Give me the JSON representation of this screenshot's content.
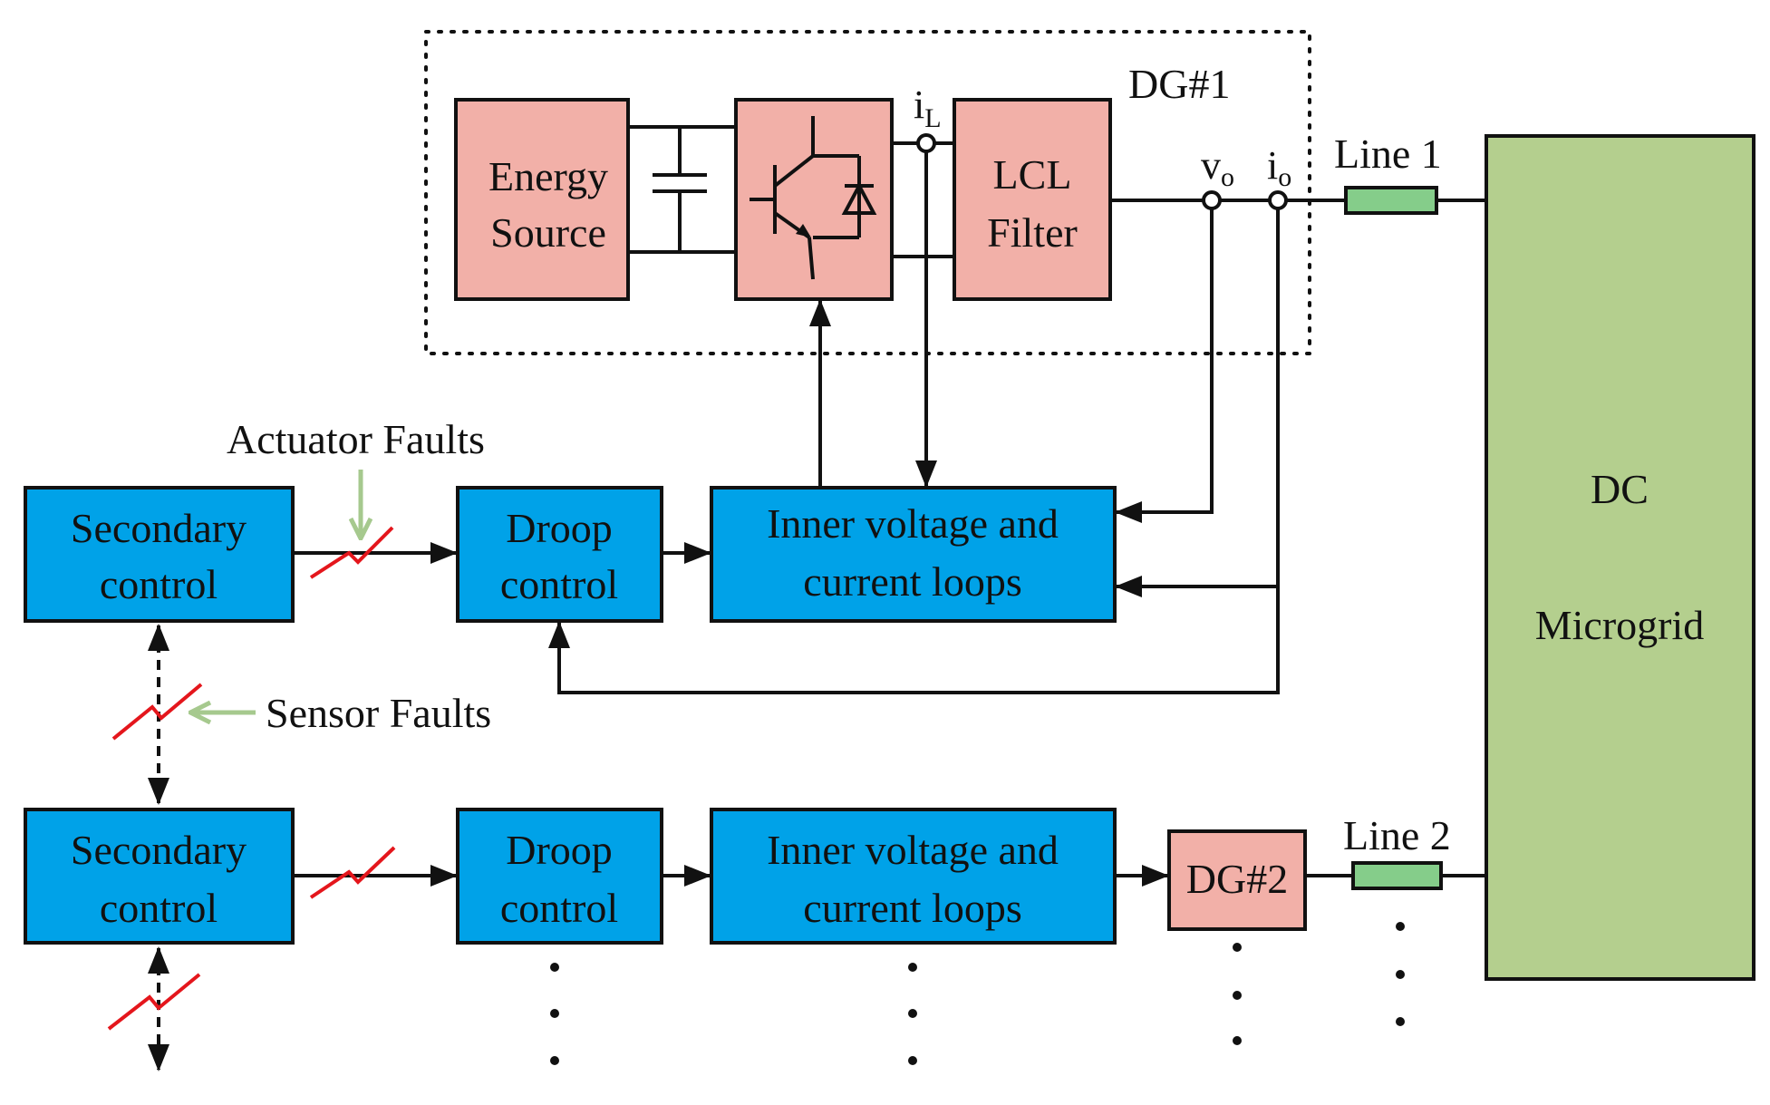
{
  "colors": {
    "control_block": "#00a2e8",
    "dg_block": "#f2b0a8",
    "grid_block": "#b4cf8e",
    "line_element": "#85cd8a",
    "fault_mark": "#e4161c",
    "fault_pointer": "#a6c98e",
    "wire": "#111111"
  },
  "dg1": {
    "label": "DG#1",
    "energy_source": [
      "Energy",
      "Source"
    ],
    "lcl_filter": [
      "LCL",
      "Filter"
    ],
    "il_main": "i",
    "il_sub": "L",
    "vo_main": "v",
    "vo_sub": "o",
    "io_main": "i",
    "io_sub": "o",
    "line": "Line 1"
  },
  "dg2": {
    "label": "DG#2",
    "line": "Line 2"
  },
  "grid": {
    "title": "DC",
    "subtitle": "Microgrid"
  },
  "row1": {
    "secondary": [
      "Secondary",
      "control"
    ],
    "droop": [
      "Droop",
      "control"
    ],
    "inner": [
      "Inner voltage and",
      "current loops"
    ]
  },
  "row2": {
    "secondary": [
      "Secondary",
      "control"
    ],
    "droop": [
      "Droop",
      "control"
    ],
    "inner": [
      "Inner voltage and",
      "current loops"
    ]
  },
  "annotations": {
    "actuator_faults": "Actuator Faults",
    "sensor_faults": "Sensor Faults"
  }
}
